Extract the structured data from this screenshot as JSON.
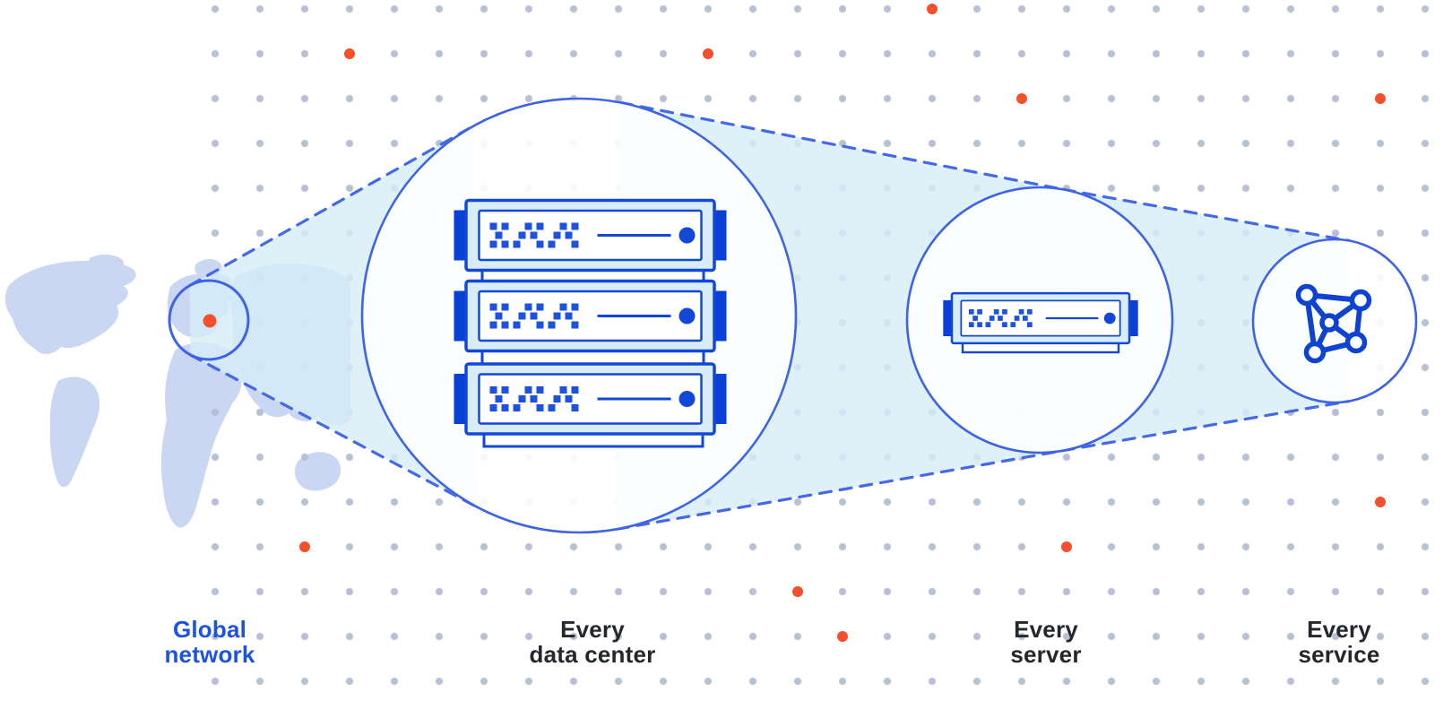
{
  "diagram_title": "Global network zoom diagram",
  "stages": [
    {
      "id": "global-network",
      "label_line1": "Global",
      "label_line2": "network",
      "label_color": "#1e52e0",
      "icon": "world-map-with-highlight-circle"
    },
    {
      "id": "every-data-center",
      "label_line1": "Every",
      "label_line2": "data center",
      "label_color": "#24272c",
      "icon": "server-rack-icon"
    },
    {
      "id": "every-server",
      "label_line1": "Every",
      "label_line2": "server",
      "label_color": "#24272c",
      "icon": "server-unit-icon"
    },
    {
      "id": "every-service",
      "label_line1": "Every",
      "label_line2": "service",
      "label_color": "#24272c",
      "icon": "network-mesh-icon"
    }
  ],
  "colors": {
    "accent_orange": "#f5502b",
    "server_blue": "#1248d8",
    "server_tab_blue": "#0940d6",
    "circle_outline_blue": "#3e64e4",
    "dashed_line_blue": "#4468e8",
    "label_blue": "#1e52e0",
    "label_dark": "#24272c",
    "map_fill": "#c9d7f2",
    "server_face_cyan": "#d8edf8",
    "zoom_cone_cyan": "#d9eef7",
    "grid_dot_gray": "#b7c0d5",
    "background": "#ffffff"
  }
}
